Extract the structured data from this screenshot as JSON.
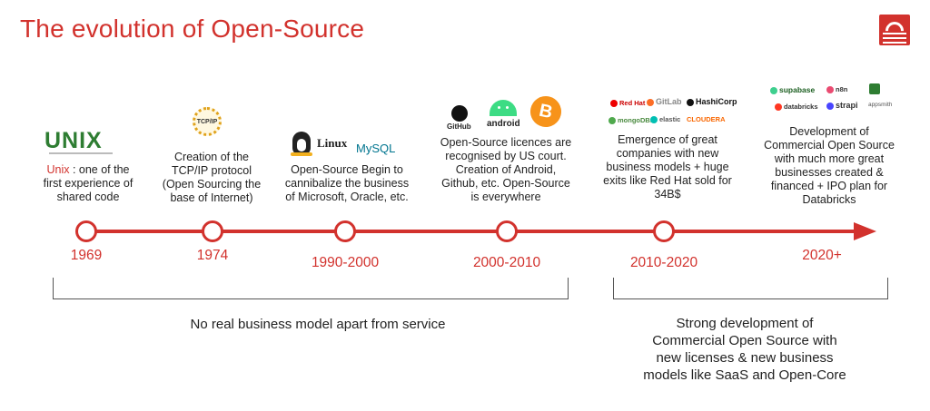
{
  "title": "The evolution of Open-Source",
  "logos": {
    "unix": "UNIX",
    "tcpip": "TCP/IP",
    "linux": "Linux",
    "mysql": "MySQL",
    "github": "GitHub",
    "android": "android",
    "bitcoin": "B",
    "redhat": "Red Hat",
    "gitlab": "GitLab",
    "hashicorp": "HashiCorp",
    "mongodb": "mongoDB.",
    "elastic": "elastic",
    "cloudera": "CLOUDERA",
    "supabase": "supabase",
    "n8n": "n8n",
    "databricks": "databricks",
    "strapi": "strapi",
    "appsmith": "appsmith"
  },
  "events": [
    {
      "year": "1969",
      "highlight": "Unix",
      "description_parts": [
        " : one of the",
        "first experience of",
        "shared code"
      ]
    },
    {
      "year": "1974",
      "description_parts": [
        "Creation of the",
        "TCP/IP protocol",
        "(Open Sourcing the",
        "base of Internet)"
      ]
    },
    {
      "year": "1990-2000",
      "description_parts": [
        "Open-Source Begin to",
        "cannibalize the business",
        "of Microsoft, Oracle, etc."
      ]
    },
    {
      "year": "2000-2010",
      "description_parts": [
        "Open-Source licences are",
        "recognised by US court.",
        "Creation of Android,",
        "Github, etc. Open-Source",
        "is everywhere"
      ]
    },
    {
      "year": "2010-2020",
      "description_parts": [
        "Emergence of great",
        "companies with new",
        "business models + huge",
        "exits like Red Hat sold for",
        "34B$"
      ]
    },
    {
      "year": "2020+",
      "description_parts": [
        "Development of",
        "Commercial Open Source",
        "with much more great",
        "businesses created &",
        "financed + IPO plan for",
        "Databricks"
      ]
    }
  ],
  "notes": {
    "left": "No real business model apart from service",
    "right_lines": [
      "Strong development of",
      "Commercial Open Source with",
      "new licenses & new business",
      "models like SaaS and Open-Core"
    ]
  },
  "colors": {
    "accent": "#d2322d",
    "text": "#222222"
  }
}
